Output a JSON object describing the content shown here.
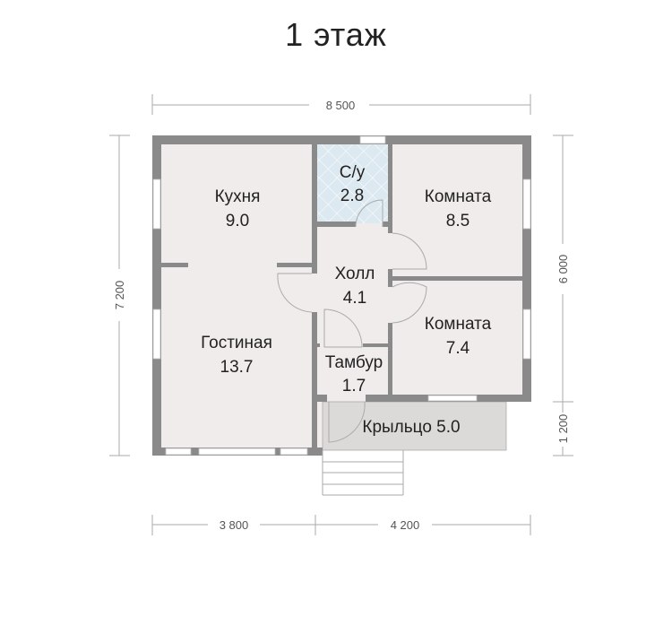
{
  "title": "1 этаж",
  "rooms": {
    "kitchen": {
      "name": "Кухня",
      "area": "9.0"
    },
    "bathroom": {
      "name": "С/у",
      "area": "2.8"
    },
    "room1": {
      "name": "Комната",
      "area": "8.5"
    },
    "hall": {
      "name": "Холл",
      "area": "4.1"
    },
    "room2": {
      "name": "Комната",
      "area": "7.4"
    },
    "living": {
      "name": "Гостиная",
      "area": "13.7"
    },
    "vestibule": {
      "name": "Тамбур",
      "area": "1.7"
    },
    "porch": {
      "label": "Крыльцо 5.0"
    }
  },
  "dimensions": {
    "top": "8 500",
    "left": "7 200",
    "right_main": "6 000",
    "right_porch": "1 200",
    "bottom_left": "3 800",
    "bottom_right": "4 200"
  },
  "colors": {
    "wall": "#8a8a8a",
    "room": "#f0eceb",
    "bath": "#dde9f0",
    "porch": "#dcdad8"
  }
}
